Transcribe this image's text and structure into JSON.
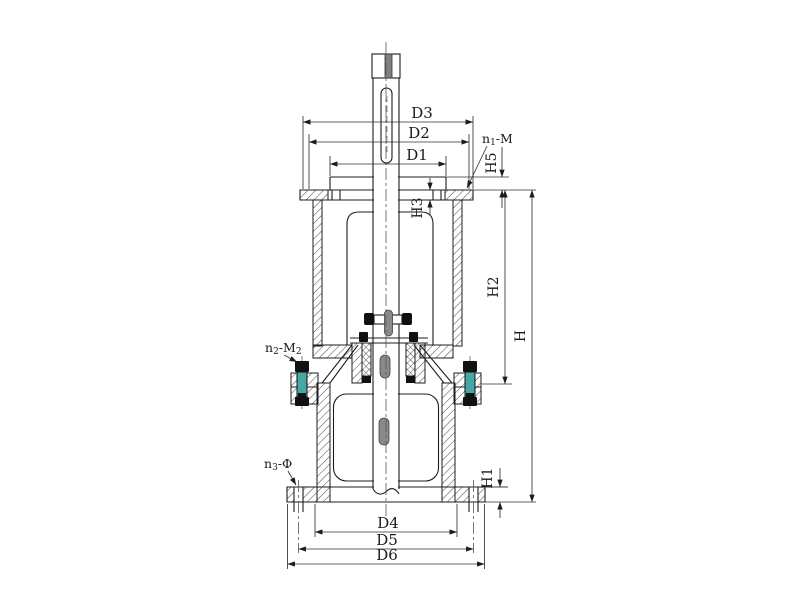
{
  "drawing": {
    "colors": {
      "background": "#ffffff",
      "line": "#1c1c1c",
      "bolt_teal": "#45a8a6",
      "keyway_gray": "#8a8a8a"
    },
    "dim_labels": {
      "d1": "D1",
      "d2": "D2",
      "d3": "D3",
      "d4": "D4",
      "d5": "D5",
      "d6": "D6",
      "h": "H",
      "h1": "H1",
      "h2": "H2",
      "h3": "H3",
      "h5": "H5"
    },
    "callouts": {
      "n1": {
        "base": "n",
        "sub": "1",
        "mid": "-M",
        "sub2": ""
      },
      "n2": {
        "base": "n",
        "sub": "2",
        "mid": "-M",
        "sub2": "2"
      },
      "n3": {
        "base": "n",
        "sub": "3",
        "mid": "-Φ",
        "sub2": ""
      }
    }
  }
}
